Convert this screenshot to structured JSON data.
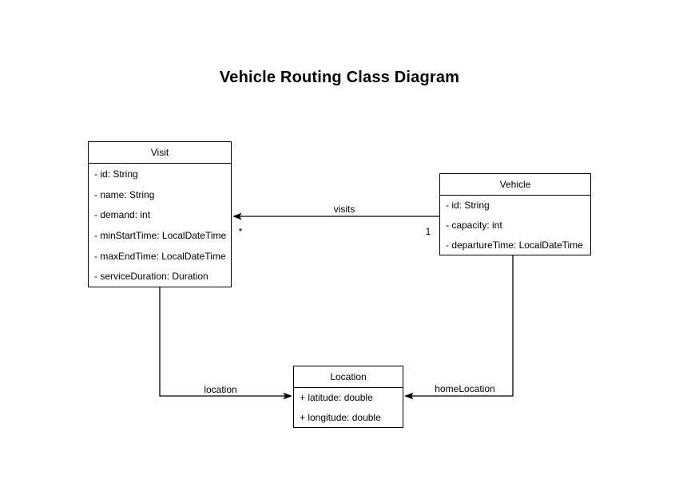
{
  "diagram": {
    "title": "Vehicle Routing Class Diagram"
  },
  "classes": {
    "visit": {
      "name": "Visit",
      "attributes": [
        "- id: String",
        "- name: String",
        "- demand: int",
        "- minStartTime: LocalDateTime",
        "- maxEndTime: LocalDateTime",
        "- serviceDuration: Duration"
      ]
    },
    "vehicle": {
      "name": "Vehicle",
      "attributes": [
        "- id: String",
        "- capacity: int",
        "- departureTime: LocalDateTime"
      ]
    },
    "location": {
      "name": "Location",
      "attributes": [
        "+ latitude: double",
        "+ longitude: double"
      ]
    }
  },
  "associations": {
    "visits": {
      "label": "visits",
      "from": "Vehicle",
      "to": "Visit",
      "source_multiplicity": "1",
      "target_multiplicity": "*"
    },
    "location": {
      "label": "location",
      "from": "Visit",
      "to": "Location"
    },
    "homeLocation": {
      "label": "homeLocation",
      "from": "Vehicle",
      "to": "Location"
    }
  },
  "colors": {
    "background": "#ffffff",
    "box_fill": "#ffffff",
    "line": "#000000",
    "text": "#000000"
  }
}
